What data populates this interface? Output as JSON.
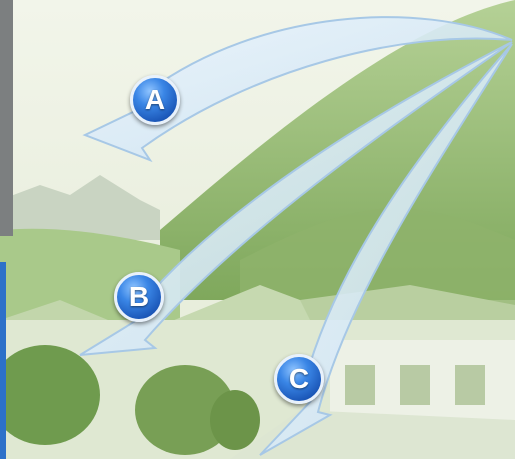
{
  "labels": {
    "a": "A",
    "b": "B",
    "c": "C"
  },
  "colors": {
    "sky": "#eef2e4",
    "mountain": "#9fc27c",
    "arrow_fill": "#d7e9f7",
    "arrow_stroke": "#9cc2e3",
    "badge_blue": "#2a6fd6",
    "frame_gray": "#7c7f80",
    "frame_blue": "#2c71c9"
  }
}
